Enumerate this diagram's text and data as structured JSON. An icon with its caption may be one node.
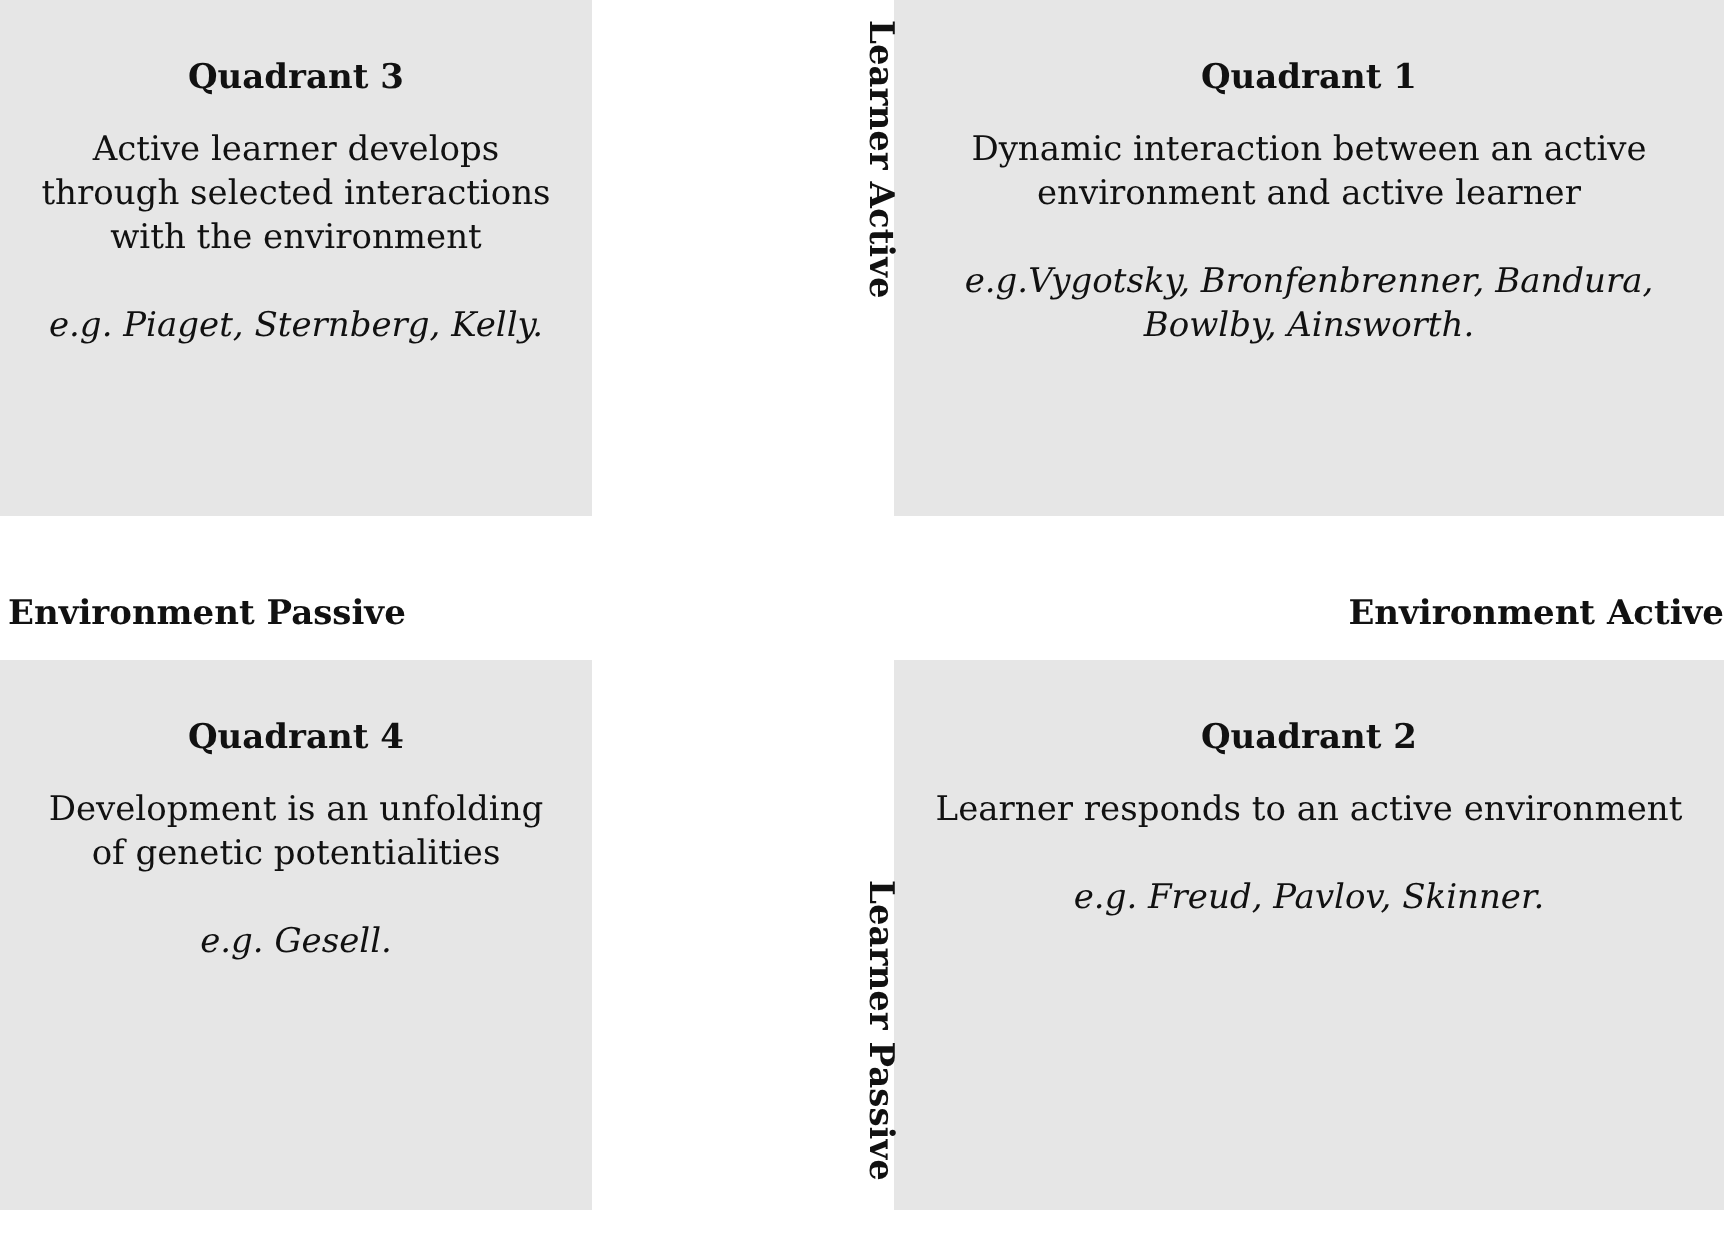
{
  "diagram": {
    "nodes": [
      {
        "text": [
          "Quadrant 3",
          "Active learner develops through selected interactions with the environment",
          "e.g. Piaget, Sternberg, Kelly."
        ]
      },
      {
        "text": [
          "Quadrant 1",
          "Dynamic interaction between an active environment and active learner",
          "e.g.Vygotsky, Bronfenbrenner, Bandura, Bowlby, Ainsworth."
        ]
      },
      {
        "text": [
          "Quadrant 4",
          "Development is an unfolding of genetic potentialities",
          "e.g. Gesell."
        ]
      },
      {
        "text": [
          "Quadrant 2",
          "Learner responds to an active environment",
          "e.g. Freud, Pavlov, Skinner."
        ]
      }
    ],
    "labels": [
      "Learner Active",
      "Environment Passive",
      "Environment Active",
      "Learner Passive"
    ]
  }
}
